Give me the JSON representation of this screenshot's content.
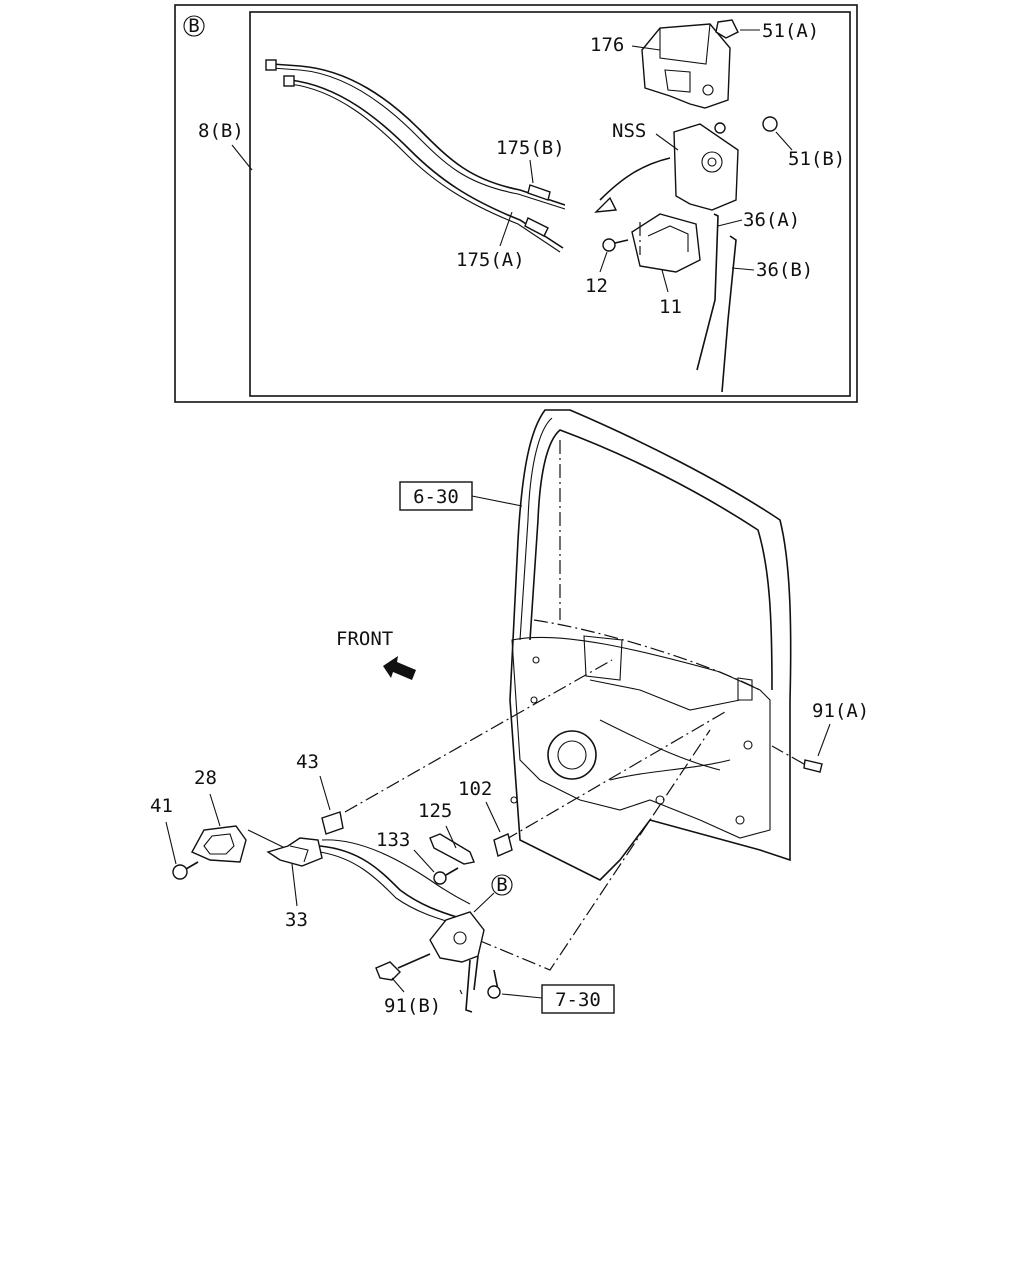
{
  "colors": {
    "ink": "#111111",
    "paper": "#ffffff"
  },
  "detail": {
    "badge": "B",
    "labels": {
      "p8b": "8(B)",
      "p176": "176",
      "p51a": "51(A)",
      "p51b": "51(B)",
      "nss": "NSS",
      "p175b": "175(B)",
      "p175a": "175(A)",
      "p36a": "36(A)",
      "p36b": "36(B)",
      "p12": "12",
      "p11": "11"
    }
  },
  "main": {
    "front_label": "FRONT",
    "ref_630": "6-30",
    "ref_730": "7-30",
    "badge": "B",
    "labels": {
      "p91a": "91(A)",
      "p91b": "91(B)",
      "p43": "43",
      "p28": "28",
      "p41": "41",
      "p33": "33",
      "p102": "102",
      "p125": "125",
      "p133": "133"
    }
  }
}
